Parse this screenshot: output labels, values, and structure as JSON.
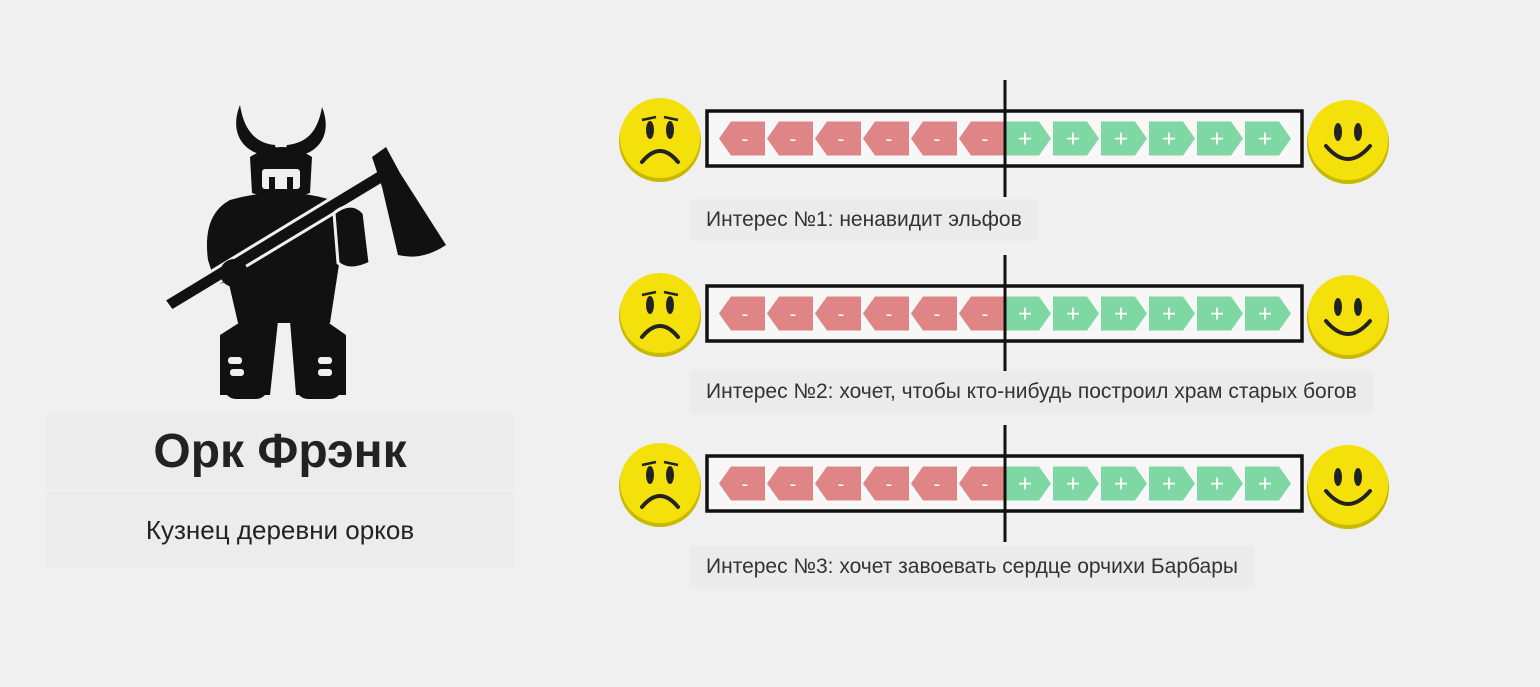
{
  "character": {
    "name": "Орк Фрэнк",
    "role": "Кузнец деревни орков",
    "icon": "orc-warrior-with-axe-icon"
  },
  "scale": {
    "negative_symbol": "-",
    "positive_symbol": "+",
    "negative_steps": 6,
    "positive_steps": 6,
    "negative_color": "#e08585",
    "positive_color": "#7fd7a3",
    "sad_icon": "sad-face-icon",
    "happy_icon": "happy-face-icon",
    "face_color": "#f4e00a"
  },
  "interests": [
    {
      "label": "Интерес №1: ненавидит эльфов"
    },
    {
      "label": "Интерес №2: хочет, чтобы кто-нибудь построил храм старых богов"
    },
    {
      "label": "Интерес №3: хочет завоевать сердце орчихи Барбары"
    }
  ]
}
